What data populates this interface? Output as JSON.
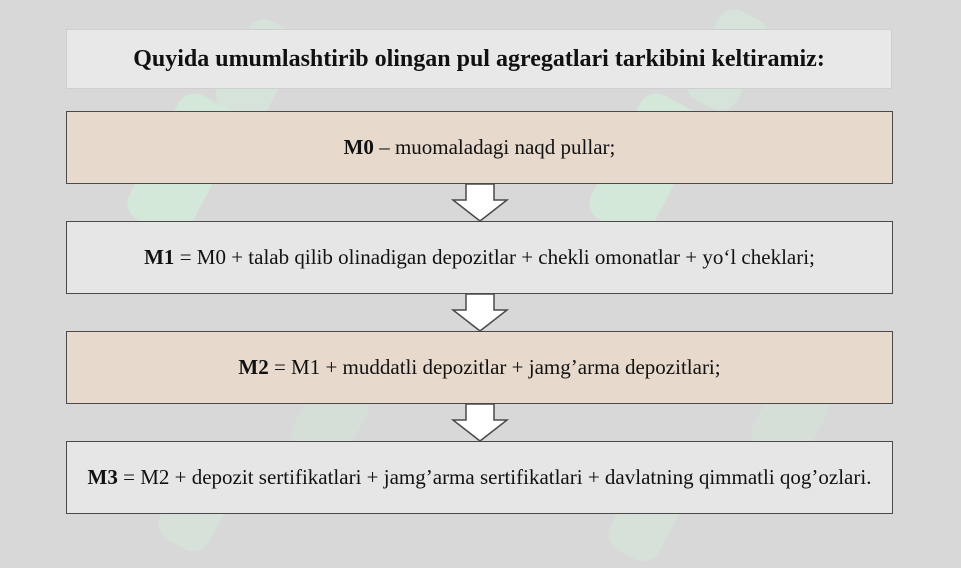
{
  "title": "Quyida umumlashtirib olingan pul agregatlari tarkibini keltiramiz:",
  "levels": [
    {
      "code": "M0",
      "text": " – muomaladagi naqd pullar;",
      "fill": "tan"
    },
    {
      "code": "M1",
      "text": " = M0 + talab qilib olinadigan depozitlar + chekli omonatlar + yo‘l cheklari;",
      "fill": "grey"
    },
    {
      "code": "M2",
      "text": " = M1 + muddatli depozitlar + jamg’arma depozitlari;",
      "fill": "tan"
    },
    {
      "code": "M3",
      "text": " = M2 + depozit sertifikatlari + jamg’arma sertifikatlari + davlatning qimmatli qog’ozlari.",
      "fill": "grey"
    }
  ],
  "colors": {
    "background": "#d8d8d8",
    "tan_fill": "#e7d9cc",
    "grey_fill": "#e6e6e6",
    "border": "#4a4a4a",
    "watermark": "#d2f5dc"
  },
  "icons": [
    "down-arrow-icon",
    "watermark-logo"
  ]
}
